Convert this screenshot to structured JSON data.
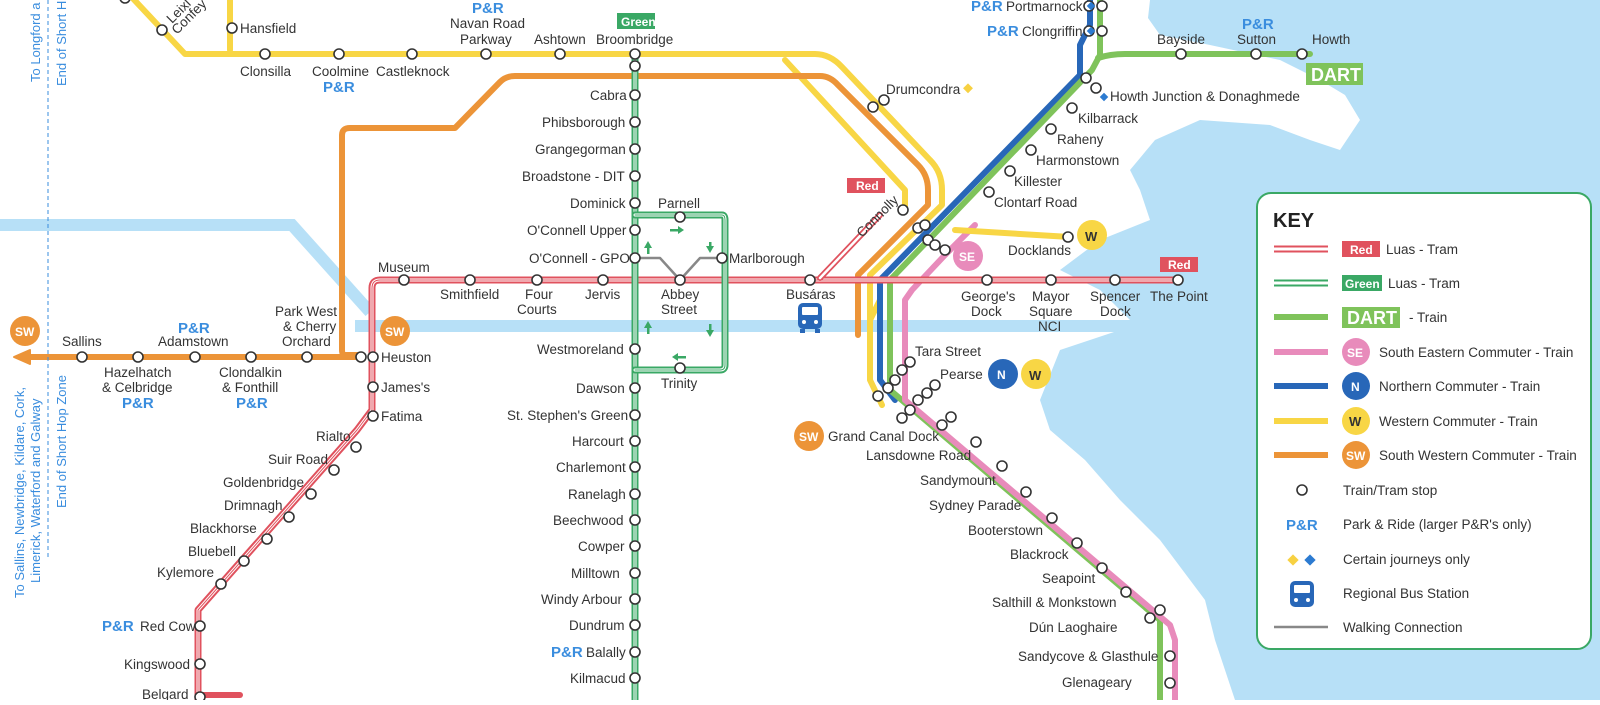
{
  "colors": {
    "water": "#b7e0f7",
    "luas_red": "#e0525e",
    "luas_green": "#3aa865",
    "dart": "#7fc35b",
    "south_eastern": "#e88bbb",
    "northern": "#2867b8",
    "western": "#f8d645",
    "south_western": "#ec9438",
    "walking": "#888888",
    "park_ride": "#3a8dde",
    "diamond_yellow": "#f7d142",
    "diamond_blue": "#2c7bd1"
  },
  "side_labels": {
    "longford": "To Longford a",
    "short_hop_top": "End of Short H",
    "sallins": "To Sallins, Newbridge, Kildare, Cork,",
    "sallins2": "Limerick, Waterford and Galway",
    "short_hop_bottom": "End of Short Hop Zone"
  },
  "stations": {
    "leixlip": "Leixl",
    "confey": "Confey",
    "hansfield": "Hansfield",
    "clonsilla": "Clonsilla",
    "coolmine": "Coolmine",
    "castleknock": "Castleknock",
    "navan1": "Navan Road",
    "navan2": "Parkway",
    "ashtown": "Ashtown",
    "broombridge": "Broombridge",
    "cabra": "Cabra",
    "phibsborough": "Phibsborough",
    "grangegorman": "Grangegorman",
    "broadstone": "Broadstone - DIT",
    "dominick": "Dominick",
    "parnell": "Parnell",
    "oconnell_upper": "O'Connell Upper",
    "oconnell_gpo": "O'Connell - GPO",
    "marlborough": "Marlborough",
    "museum": "Museum",
    "smithfield": "Smithfield",
    "four1": "Four",
    "four2": "Courts",
    "jervis": "Jervis",
    "abbey1": "Abbey",
    "abbey2": "Street",
    "busaras": "Busáras",
    "georges1": "George's",
    "georges2": "Dock",
    "mayor1": "Mayor",
    "mayor2": "Square",
    "mayor3": "NCI",
    "spencer1": "Spencer",
    "spencer2": "Dock",
    "point": "The Point",
    "westmoreland": "Westmoreland",
    "trinity": "Trinity",
    "dawson": "Dawson",
    "stephens": "St. Stephen's Green",
    "harcourt": "Harcourt",
    "charlemont": "Charlemont",
    "ranelagh": "Ranelagh",
    "beechwood": "Beechwood",
    "cowper": "Cowper",
    "milltown": "Milltown",
    "windy": "Windy Arbour",
    "dundrum": "Dundrum",
    "balally": "Balally",
    "kilmacud": "Kilmacud",
    "sallins": "Sallins",
    "hazel1": "Hazelhatch",
    "hazel2": "& Celbridge",
    "adamstown": "Adamstown",
    "clondalkin1": "Clondalkin",
    "clondalkin2": "& Fonthill",
    "park1": "Park West",
    "park2": "& Cherry",
    "park3": "Orchard",
    "heuston": "Heuston",
    "jamess": "James's",
    "fatima": "Fatima",
    "rialto": "Rialto",
    "suir": "Suir Road",
    "goldenbridge": "Goldenbridge",
    "drimnagh": "Drimnagh",
    "blackhorse": "Blackhorse",
    "bluebell": "Bluebell",
    "kylemore": "Kylemore",
    "redcow": "Red Cow",
    "kingswood": "Kingswood",
    "belgard": "Belgard",
    "drumcondra": "Drumcondra",
    "connolly": "Connolly",
    "docklands": "Docklands",
    "portmarnock": "Portmarnock",
    "clongriffin": "Clongriffin",
    "bayside": "Bayside",
    "sutton": "Sutton",
    "howth": "Howth",
    "howth_junction": "Howth Junction & Donaghmede",
    "kilbarrack": "Kilbarrack",
    "raheny": "Raheny",
    "harmonstown": "Harmonstown",
    "killester": "Killester",
    "clontarf": "Clontarf Road",
    "tara": "Tara Street",
    "pearse": "Pearse",
    "grand_canal": "Grand Canal Dock",
    "lansdowne": "Lansdowne Road",
    "sandymount": "Sandymount",
    "sydney": "Sydney Parade",
    "booterstown": "Booterstown",
    "blackrock": "Blackrock",
    "seapoint": "Seapoint",
    "salthill": "Salthill & Monkstown",
    "dunlaoghaire": "Dún Laoghaire",
    "sandycove": "Sandycove & Glasthule",
    "glenageary": "Glenageary"
  },
  "badges": {
    "green": "Green",
    "red": "Red",
    "dart": "DART",
    "se": "SE",
    "sw": "SW",
    "n": "N",
    "w": "W"
  },
  "park_ride": "P&R",
  "key": {
    "title": "KEY",
    "items": [
      {
        "label": "Luas - Tram",
        "badge": "Red"
      },
      {
        "label": "Luas - Tram",
        "badge": "Green"
      },
      {
        "label": "- Train",
        "badge": "DART"
      },
      {
        "label": "South Eastern Commuter - Train",
        "badge": "SE"
      },
      {
        "label": "Northern Commuter - Train",
        "badge": "N"
      },
      {
        "label": "Western Commuter - Train",
        "badge": "W"
      },
      {
        "label": "South Western Commuter - Train",
        "badge": "SW"
      },
      {
        "label": "Train/Tram stop"
      },
      {
        "label": "Park & Ride (larger P&R's only)",
        "badge": "P&R"
      },
      {
        "label": "Certain journeys only"
      },
      {
        "label": "Regional Bus Station"
      },
      {
        "label": "Walking Connection"
      }
    ]
  }
}
